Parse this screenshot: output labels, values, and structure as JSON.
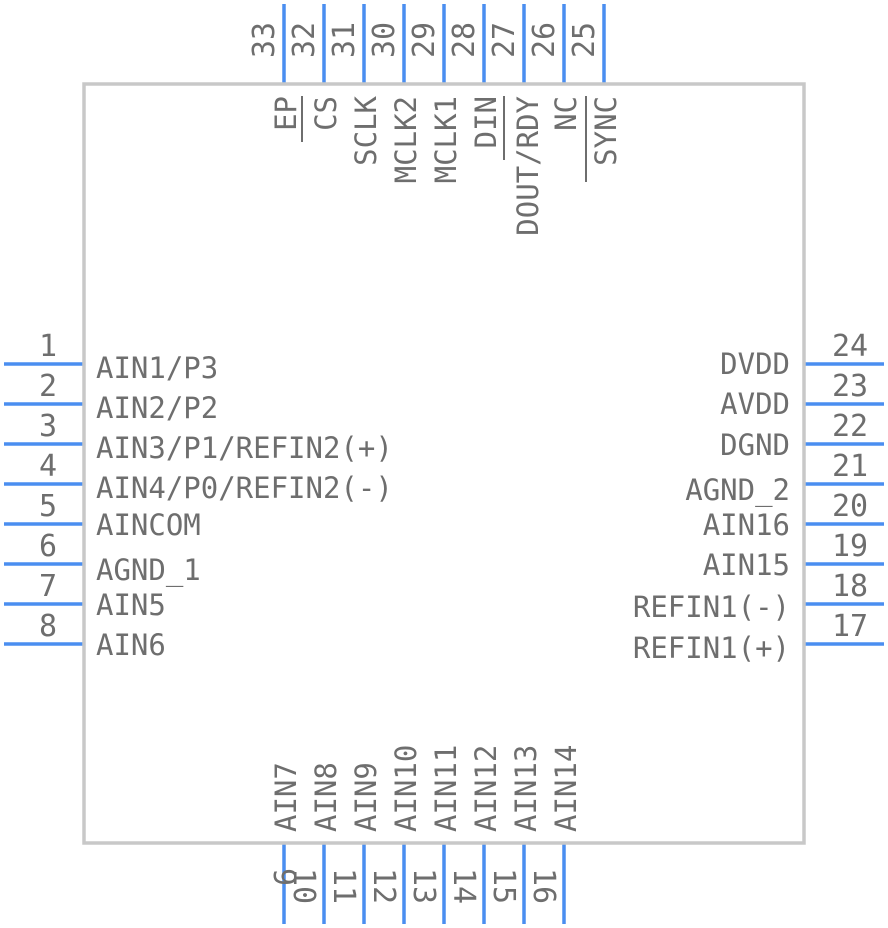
{
  "component": {
    "pins_left": [
      {
        "num": "1",
        "label": "AIN1/P3"
      },
      {
        "num": "2",
        "label": "AIN2/P2"
      },
      {
        "num": "3",
        "label": "AIN3/P1/REFIN2(+)"
      },
      {
        "num": "4",
        "label": "AIN4/P0/REFIN2(-)"
      },
      {
        "num": "5",
        "label": "AINCOM"
      },
      {
        "num": "6",
        "label": "AGND_1"
      },
      {
        "num": "7",
        "label": "AIN5"
      },
      {
        "num": "8",
        "label": "AIN6"
      }
    ],
    "pins_bottom": [
      {
        "num": "9",
        "label": "AIN7"
      },
      {
        "num": "10",
        "label": "AIN8"
      },
      {
        "num": "11",
        "label": "AIN9"
      },
      {
        "num": "12",
        "label": "AIN10"
      },
      {
        "num": "13",
        "label": "AIN11"
      },
      {
        "num": "14",
        "label": "AIN12"
      },
      {
        "num": "15",
        "label": "AIN13"
      },
      {
        "num": "16",
        "label": "AIN14"
      }
    ],
    "pins_right": [
      {
        "num": "24",
        "label": "DVDD"
      },
      {
        "num": "23",
        "label": "AVDD"
      },
      {
        "num": "22",
        "label": "DGND"
      },
      {
        "num": "21",
        "label": "AGND_2"
      },
      {
        "num": "20",
        "label": "AIN16"
      },
      {
        "num": "19",
        "label": "AIN15"
      },
      {
        "num": "18",
        "label": "REFIN1(-)"
      },
      {
        "num": "17",
        "label": "REFIN1(+)"
      }
    ],
    "pins_top": [
      {
        "num": "33",
        "label": "EP"
      },
      {
        "num": "32",
        "label": "CS"
      },
      {
        "num": "31",
        "label": "SCLK"
      },
      {
        "num": "30",
        "label": "MCLK2"
      },
      {
        "num": "29",
        "label": "MCLK1"
      },
      {
        "num": "28",
        "label": "DIN"
      },
      {
        "num": "27",
        "label": "DOUT/RDY"
      },
      {
        "num": "26",
        "label": "NC"
      },
      {
        "num": "25",
        "label": "SYNC"
      }
    ]
  }
}
